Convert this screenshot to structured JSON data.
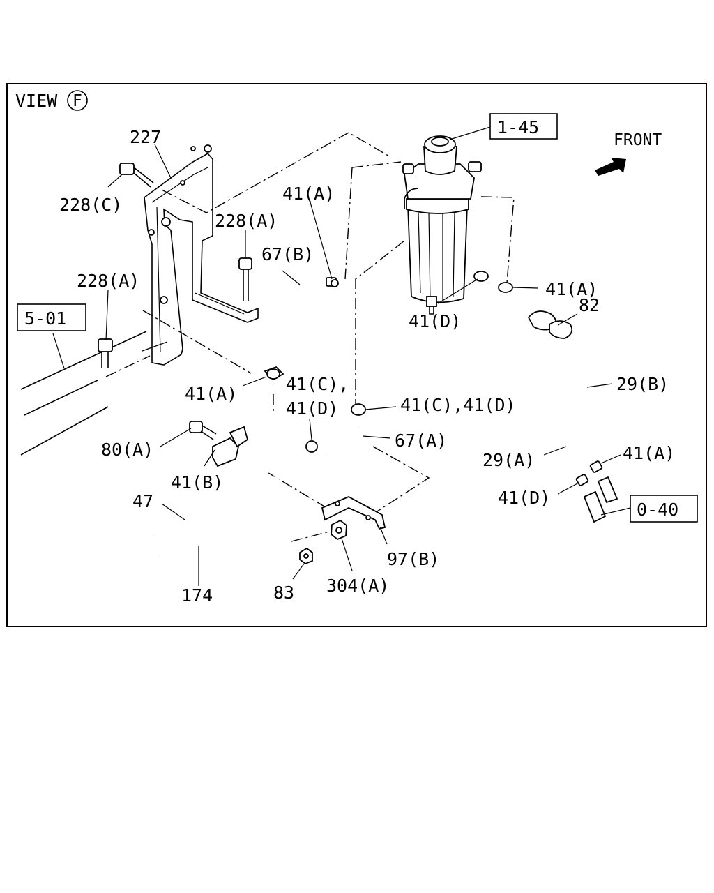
{
  "view": {
    "prefix": "VIEW",
    "letter": "F"
  },
  "front": {
    "label": "FRONT"
  },
  "boxed_refs": [
    {
      "id": "ref-1-45",
      "text": "1-45"
    },
    {
      "id": "ref-5-01",
      "text": "5-01"
    },
    {
      "id": "ref-0-40",
      "text": "0-40"
    }
  ],
  "callouts": {
    "p227": "227",
    "p228c": "228(C)",
    "p228a_top": "228(A)",
    "p228a_left": "228(A)",
    "p41a_top": "41(A)",
    "p67b": "67(B)",
    "p41a_right": "41(A)",
    "p41d_filter": "41(D)",
    "p82": "82",
    "p41a_mid": "41(A)",
    "p41c_mid": "41(C),",
    "p41d_mid": "41(D)",
    "p41cd": "41(C),41(D)",
    "p67a": "67(A)",
    "p29b": "29(B)",
    "p80a": "80(A)",
    "p41b": "41(B)",
    "p29a": "29(A)",
    "p41a_low": "41(A)",
    "p41d_low": "41(D)",
    "p47": "47",
    "p97b": "97(B)",
    "p174": "174",
    "p83": "83",
    "p304a": "304(A)"
  }
}
